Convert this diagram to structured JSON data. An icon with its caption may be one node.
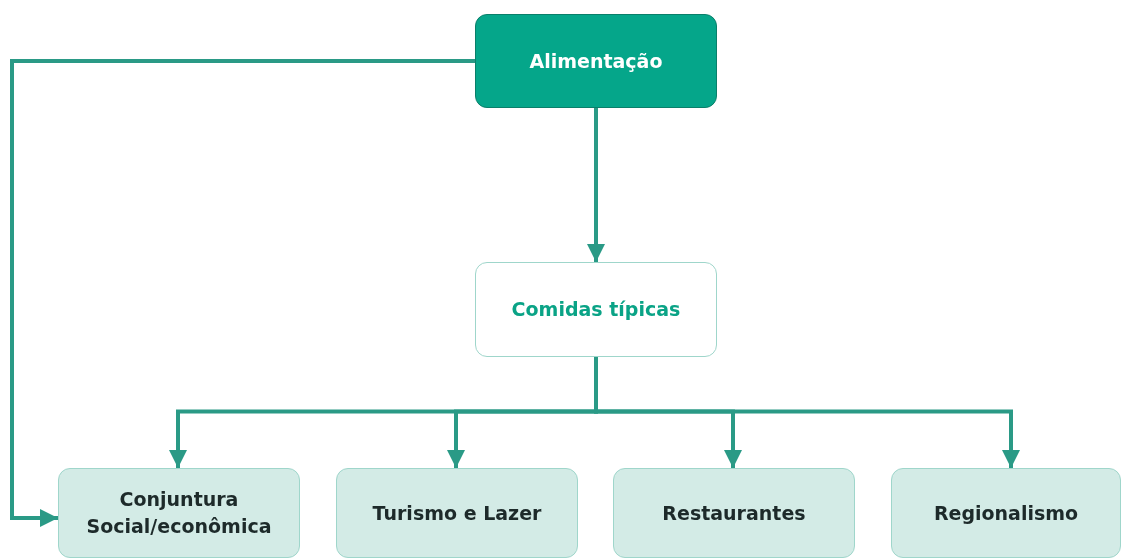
{
  "diagram": {
    "nodes": [
      {
        "text": [
          "Alimentação"
        ]
      },
      {
        "text": [
          "Comidas típicas"
        ]
      },
      {
        "text": [
          "Conjuntura Social/econômica"
        ]
      },
      {
        "text": [
          "Turismo e Lazer"
        ]
      },
      {
        "text": [
          "Restaurantes"
        ]
      },
      {
        "text": [
          "Regionalismo"
        ]
      }
    ],
    "edges": [
      {
        "from": 0,
        "to": 1,
        "arrow": "to"
      },
      {
        "from": 1,
        "to": 2,
        "arrow": "to"
      },
      {
        "from": 1,
        "to": 3,
        "arrow": "to"
      },
      {
        "from": 1,
        "to": 4,
        "arrow": "to"
      },
      {
        "from": 1,
        "to": 5,
        "arrow": "to"
      },
      {
        "from": 0,
        "to": 2,
        "arrow": "to"
      }
    ]
  }
}
